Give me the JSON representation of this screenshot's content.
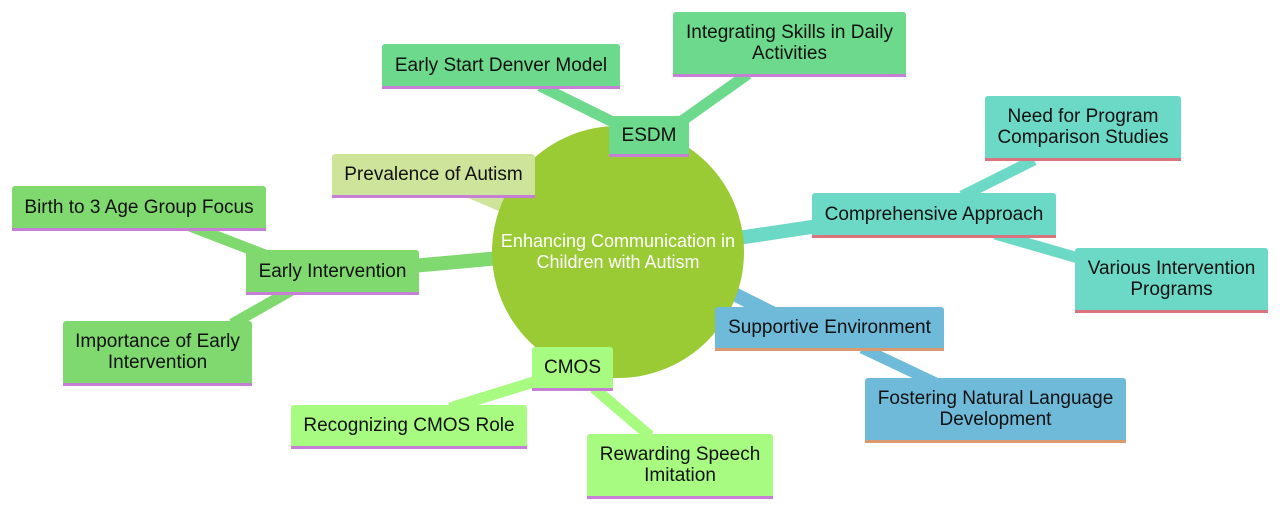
{
  "colors": {
    "root": "#9aca34",
    "esdm": "#6dd98c",
    "prevalence": "#cfe49b",
    "early": "#7fd96e",
    "cmos": "#a7fb80",
    "comprehensive": "#6cd9c6",
    "supportive": "#6fb9d9",
    "underline_purple": "#c77fd6",
    "underline_red": "#d9747f",
    "underline_orange": "#d99a6f"
  },
  "mindmap": {
    "root": "Enhancing Communication in Children with Autism",
    "esdm": {
      "label": "ESDM",
      "children": [
        "Early Start Denver Model",
        "Integrating Skills in Daily Activities"
      ]
    },
    "prevalence": {
      "label": "Prevalence of Autism"
    },
    "early_intervention": {
      "label": "Early Intervention",
      "children": [
        "Birth to 3 Age Group Focus",
        "Importance of Early Intervention"
      ]
    },
    "cmos": {
      "label": "CMOS",
      "children": [
        "Recognizing CMOS Role",
        "Rewarding Speech Imitation"
      ]
    },
    "comprehensive": {
      "label": "Comprehensive Approach",
      "children": [
        "Need for Program Comparison Studies",
        "Various Intervention Programs"
      ]
    },
    "supportive": {
      "label": "Supportive Environment",
      "children": [
        "Fostering Natural Language Development"
      ]
    }
  }
}
